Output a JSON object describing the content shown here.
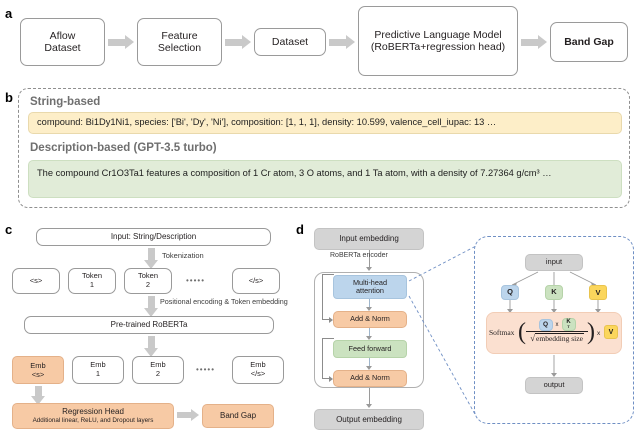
{
  "panels": {
    "a": {
      "letter": "a",
      "nodes": [
        {
          "label": "Aflow\nDataset",
          "name": "aflow-dataset-box"
        },
        {
          "label": "Feature\nSelection",
          "name": "feature-selection-box"
        },
        {
          "label": "Dataset",
          "name": "dataset-box"
        },
        {
          "label": "Predictive Language Model\n(RoBERTa+regression head)",
          "name": "predictive-language-model-box"
        },
        {
          "label": "Band Gap",
          "name": "band-gap-box"
        }
      ],
      "line1": "Aflow",
      "line2": "Dataset",
      "f1": "Feature",
      "f2": "Selection",
      "dataset": "Dataset",
      "plm1": "Predictive Language Model",
      "plm2": "(RoBERTa+regression head)",
      "bandgap": "Band Gap"
    },
    "b": {
      "letter": "b",
      "string_label": "String-based",
      "string_text": "compound: Bi1Dy1Ni1, species: ['Bi', 'Dy', 'Ni'], composition: [1, 1, 1], density: 10.599, valence_cell_iupac: 13 …",
      "desc_label": "Description-based (GPT-3.5 turbo)",
      "desc_text": "The compound Cr1O3Ta1 features a composition of 1 Cr atom, 3 O atoms, and 1 Ta atom, with a density of 7.27364 g/cm³ …"
    },
    "c": {
      "letter": "c",
      "input_box": "Input: String/Description",
      "arrow1_label": "Tokenization",
      "tokens": [
        {
          "l1": "<s>",
          "l2": ""
        },
        {
          "l1": "Token",
          "l2": "1"
        },
        {
          "l1": "Token",
          "l2": "2"
        },
        {
          "l1": "</s>",
          "l2": ""
        }
      ],
      "token_ellipsis": "•••••",
      "arrow2_label": "Positional encoding & Token embedding",
      "roberta_box": "Pre-trained RoBERTa",
      "embeddings": [
        {
          "l1": "Emb",
          "l2": "<s>"
        },
        {
          "l1": "Emb",
          "l2": "1"
        },
        {
          "l1": "Emb",
          "l2": "2"
        },
        {
          "l1": "Emb",
          "l2": "</s>"
        }
      ],
      "emb_ellipsis": "•••••",
      "regression_head_title": "Regression Head",
      "regression_head_sub": "Additional linear, ReLU, and Dropout layers",
      "band_gap": "Band Gap"
    },
    "d": {
      "letter": "d",
      "input_embedding": "Input embedding",
      "encoder_label": "RoBERTa encoder",
      "multi_head_1": "Multi-head",
      "multi_head_2": "attention",
      "add_norm_1": "Add & Norm",
      "feed_forward": "Feed forward",
      "add_norm_2": "Add & Norm",
      "output_embedding": "Output embedding",
      "detail": {
        "input": "input",
        "q": "Q",
        "k": "K",
        "k_sub": "T",
        "v": "V",
        "softmax": "Softmax",
        "numer_q": "Q",
        "numer_times": "x",
        "numer_k": "K",
        "numer_k_sub": "T",
        "denominator": "embedding size",
        "sqrt": "√",
        "outer_times": "x",
        "outer_v": "V",
        "output": "output"
      }
    }
  },
  "colors": {
    "grey_box": "#d4d4d4",
    "orange_box": "#f7caa5",
    "blue_box": "#bcd5ec",
    "green_box": "#cbe2c0",
    "yellow_box": "#fbd65c",
    "string_strip": "#fdeec8",
    "desc_strip": "#e1ecd8",
    "arrow_grey": "#c9c9c9",
    "dash_blue": "#6f8fc4",
    "softmax_card": "#fbe0d0"
  }
}
